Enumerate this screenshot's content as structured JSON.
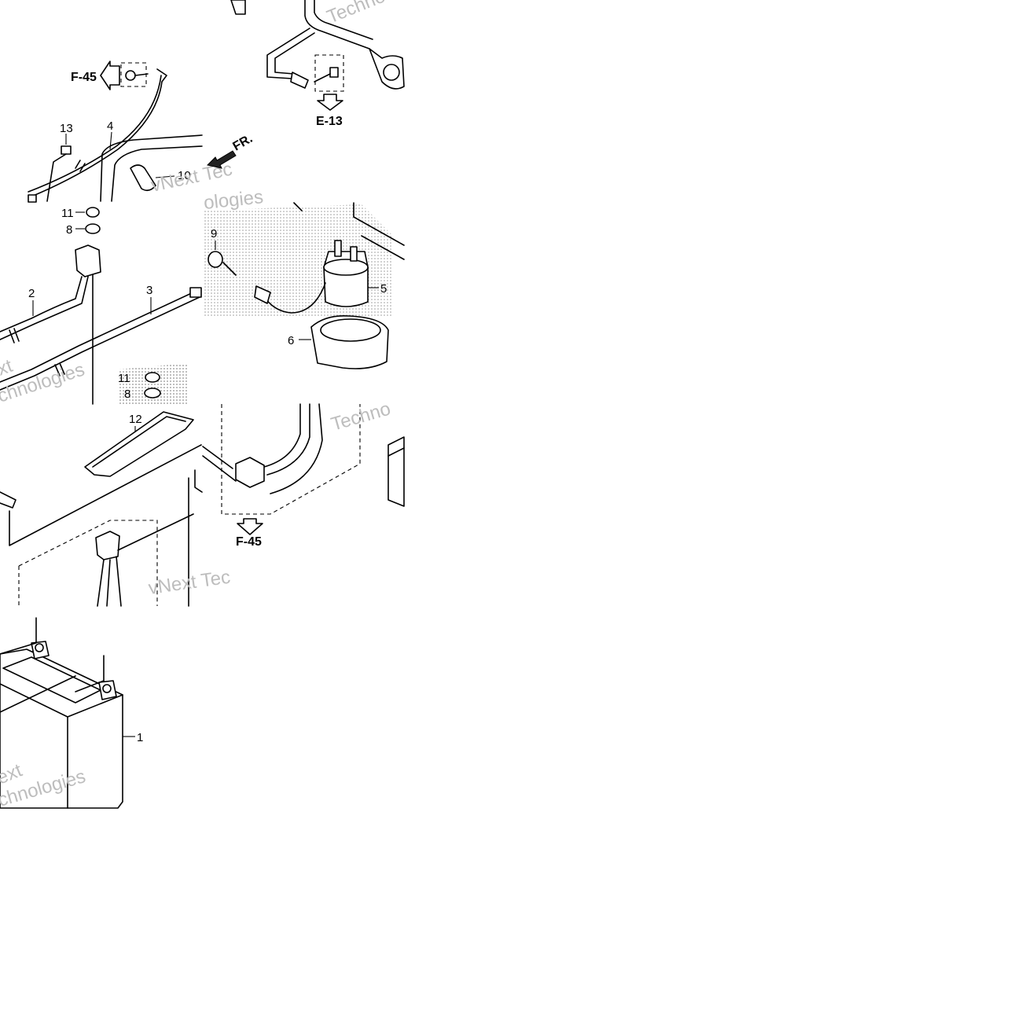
{
  "callouts": {
    "c1": "1",
    "c2": "2",
    "c3": "3",
    "c4": "4",
    "c5": "5",
    "c6": "6",
    "c8a": "8",
    "c8b": "8",
    "c9": "9",
    "c10": "10",
    "c11a": "11",
    "c11b": "11",
    "c12": "12",
    "c13": "13"
  },
  "references": {
    "f45_top": "F-45",
    "e13": "E-13",
    "f45_bottom": "F-45"
  },
  "direction_marker": "FR.",
  "watermarks": {
    "w1": "Techno",
    "w2": "vNext Tec",
    "w3": "ologies",
    "w4": "xt",
    "w5": "chnologies",
    "w6": "Techno",
    "w7": "vNext Tec",
    "w8": "ext",
    "w9": "chnologies"
  },
  "colors": {
    "line": "#000000",
    "watermark": "#bdbdbd",
    "background": "#ffffff"
  }
}
